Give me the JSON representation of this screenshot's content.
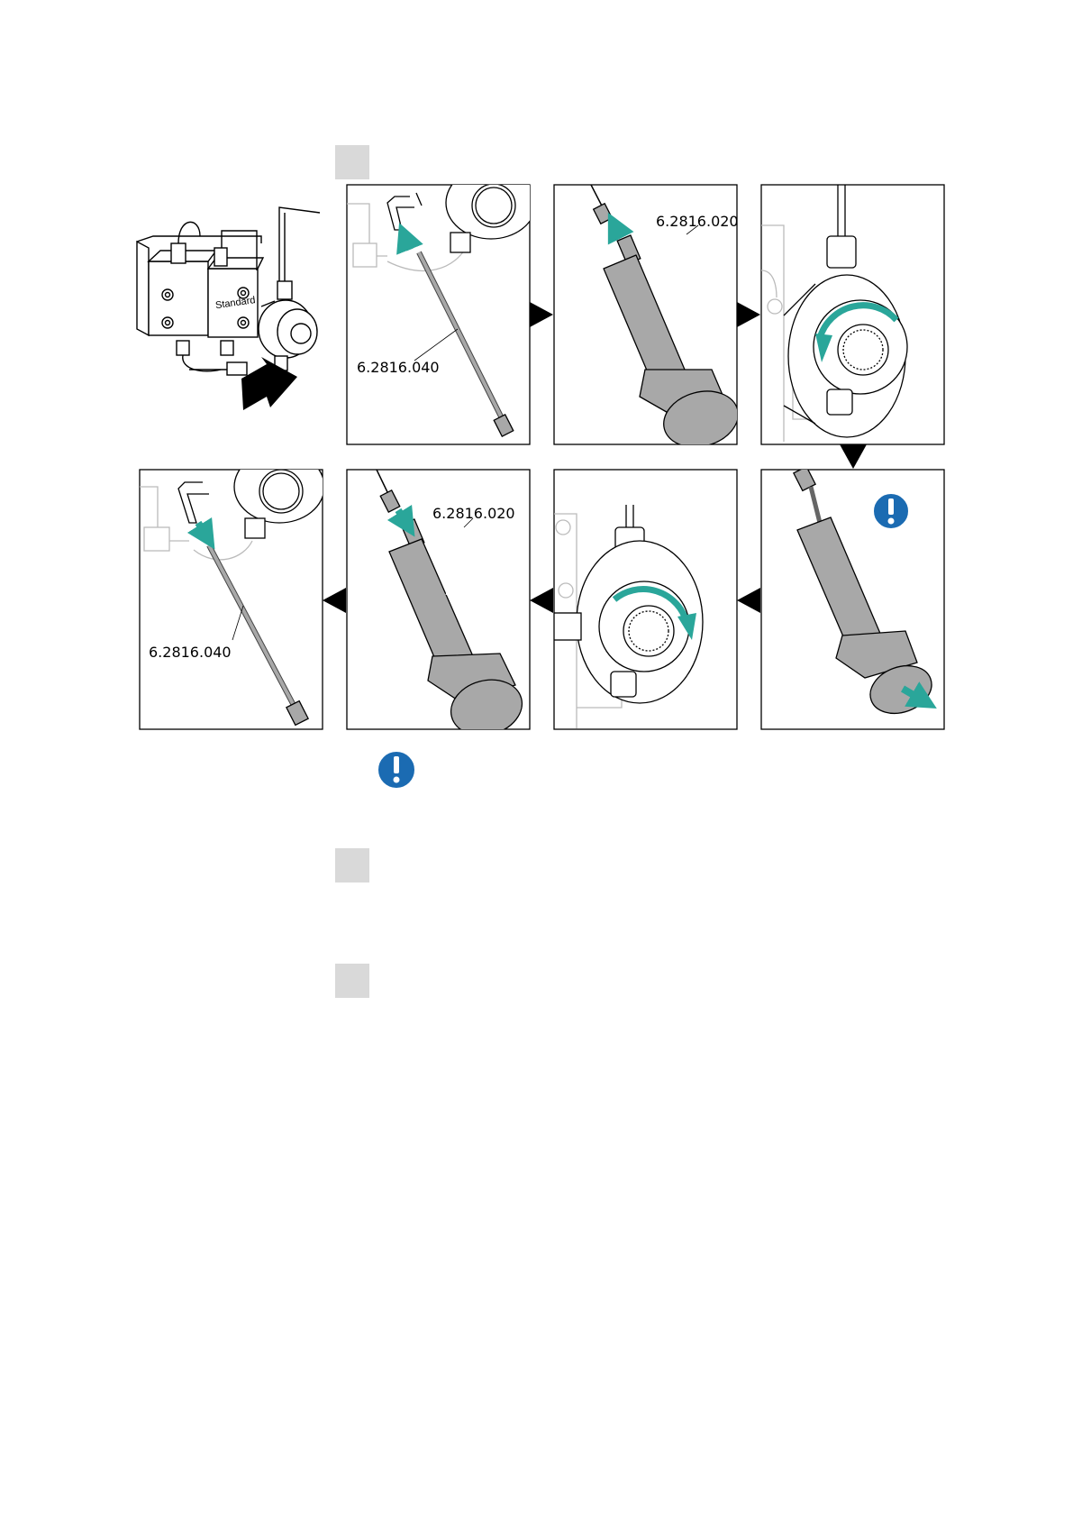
{
  "step_markers": [
    {
      "id": "step-1",
      "label": ""
    },
    {
      "id": "step-2",
      "label": ""
    },
    {
      "id": "step-3",
      "label": ""
    }
  ],
  "overview": {
    "block_label": "Standard"
  },
  "panels": {
    "p1_part": "6.2816.040",
    "p2_part": "6.2816.020",
    "p6_part": "6.2816.020",
    "p7_part": "6.2816.040"
  },
  "colors": {
    "arrow_teal": "#2aa69a",
    "notice_blue": "#1b6bb2",
    "step_grey": "#d9d9d9",
    "part_grey": "#a8a8a8"
  },
  "icons": [
    "notice-exclamation-icon"
  ]
}
